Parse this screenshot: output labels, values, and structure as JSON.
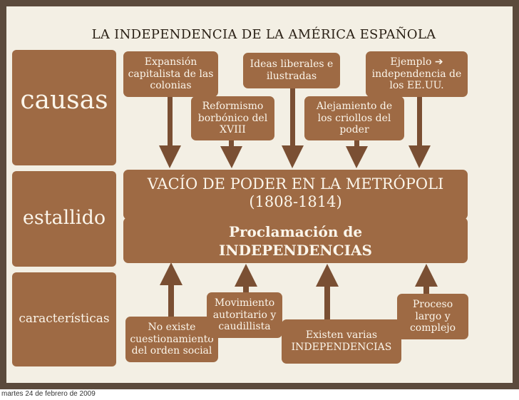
{
  "title": "LA INDEPENDENCIA DE LA AMÉRICA ESPAÑOLA",
  "sections": {
    "causas": "causas",
    "estallido": "estallido",
    "caracteristicas": "características"
  },
  "causes": {
    "expansion": [
      "Expansión",
      "capitalista de las",
      "colonias"
    ],
    "ideas": [
      "Ideas liberales e",
      "ilustradas"
    ],
    "ejemplo": [
      "Ejemplo ➔",
      "independencia de",
      "los EE.UU."
    ],
    "reformismo": [
      "Reformismo",
      "borbónico del",
      "XVIII"
    ],
    "alejamiento": [
      "Alejamiento de",
      "los criollos del",
      "poder"
    ]
  },
  "vacio": [
    "VACÍO DE PODER EN LA METRÓPOLI",
    "(1808-1814)"
  ],
  "proclamacion": [
    "Proclamación de",
    "INDEPENDENCIAS"
  ],
  "characteristics": {
    "no_existe": [
      "No existe",
      "cuestionamiento",
      "del orden social"
    ],
    "movimiento": [
      "Movimiento",
      "autoritario y",
      "caudillista"
    ],
    "existen": [
      "Existen varias",
      "INDEPENDENCIAS"
    ],
    "proceso": [
      "Proceso",
      "largo y",
      "complejo"
    ]
  },
  "footer": "martes 24 de febrero de 2009",
  "colors": {
    "frame": "#5b4a3c",
    "board": "#f3efe4",
    "box": "#9e6a44",
    "arrow": "#7a4f33",
    "text_light": "#fbf5ea"
  }
}
